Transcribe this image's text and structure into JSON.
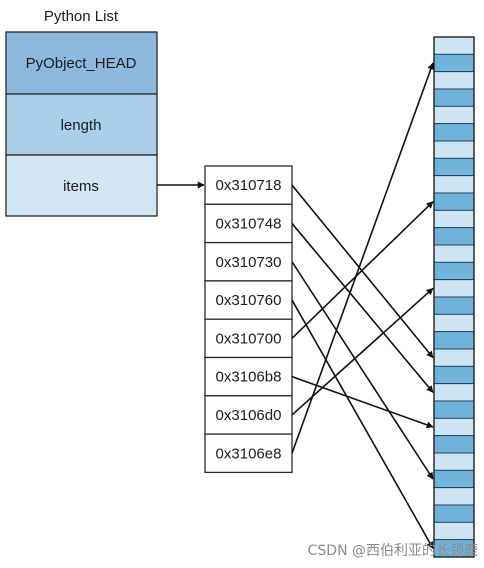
{
  "title": "Python List",
  "struct_fields": [
    {
      "label": "PyObject_HEAD",
      "fill": "#8cb8de"
    },
    {
      "label": "length",
      "fill": "#aacde8"
    },
    {
      "label": "items",
      "fill": "#d3e6f3"
    }
  ],
  "addresses": [
    "0x310718",
    "0x310748",
    "0x310730",
    "0x310760",
    "0x310700",
    "0x3106b8",
    "0x3106d0",
    "0x3106e8"
  ],
  "memory_slot_count": 30,
  "links": [
    {
      "from": 0,
      "to": 18
    },
    {
      "from": 1,
      "to": 20
    },
    {
      "from": 2,
      "to": 25
    },
    {
      "from": 3,
      "to": 29
    },
    {
      "from": 4,
      "to": 9
    },
    {
      "from": 5,
      "to": 22
    },
    {
      "from": 6,
      "to": 14
    },
    {
      "from": 7,
      "to": 1
    }
  ],
  "colors": {
    "cell_light": "#cfe4f3",
    "cell_dark": "#6fb2dc",
    "stroke": "#1f1f1f",
    "arrow": "#111111"
  },
  "watermark": "CSDN @西伯利亚的长颈鹿"
}
